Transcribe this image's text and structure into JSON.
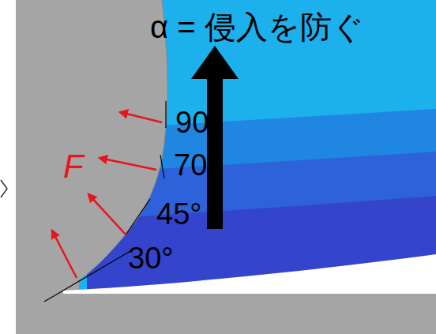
{
  "diagram": {
    "labels": [
      "α = 侵入を防ぐ",
      "90°",
      "70°",
      "45°",
      "30°",
      "F"
    ]
  }
}
